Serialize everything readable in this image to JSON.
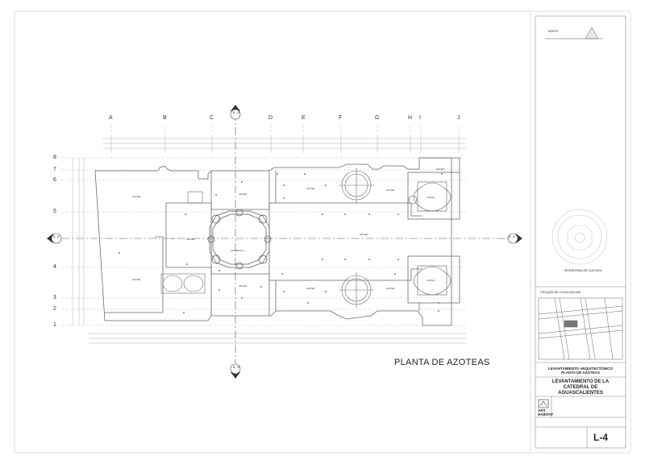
{
  "drawing": {
    "title": "PLANTA DE AZOTEAS",
    "column_axes": [
      "A",
      "B",
      "C",
      "D",
      "E",
      "F",
      "G",
      "H",
      "I",
      "J"
    ],
    "row_axes": [
      "8",
      "7",
      "6",
      "5",
      "4",
      "3",
      "2",
      "1"
    ],
    "section_marks": {
      "bb": "B - B'",
      "aa": "A - A'",
      "sheet_ref": "L-5"
    },
    "roof_labels": {
      "azotea": "AZOTEA",
      "cupula": "CUPULA",
      "linternilla": "LINTERNILLA"
    }
  },
  "titleblock": {
    "north_label": "NORTE",
    "institution": "SECRETARIA DE CULTURA",
    "location_label": "CROQUIS DE LOCALIZACION",
    "project_title": "LEVANTAMIENTO ARQUITECTONICO",
    "plan_name": "PLANTA DE AZOTEAS",
    "main_title_1": "LEVANTAMIENTO DE LA",
    "main_title_2": "CATEDRAL DE",
    "main_title_3": "AGUASCALIENTES",
    "firm_name": "ARS",
    "firm_name_2": "HABITAT",
    "sheet_number": "L-4"
  },
  "colors": {
    "line": "#6a6a6a",
    "light_line": "#b0b0b0",
    "dim_line": "#9a9a9a"
  }
}
